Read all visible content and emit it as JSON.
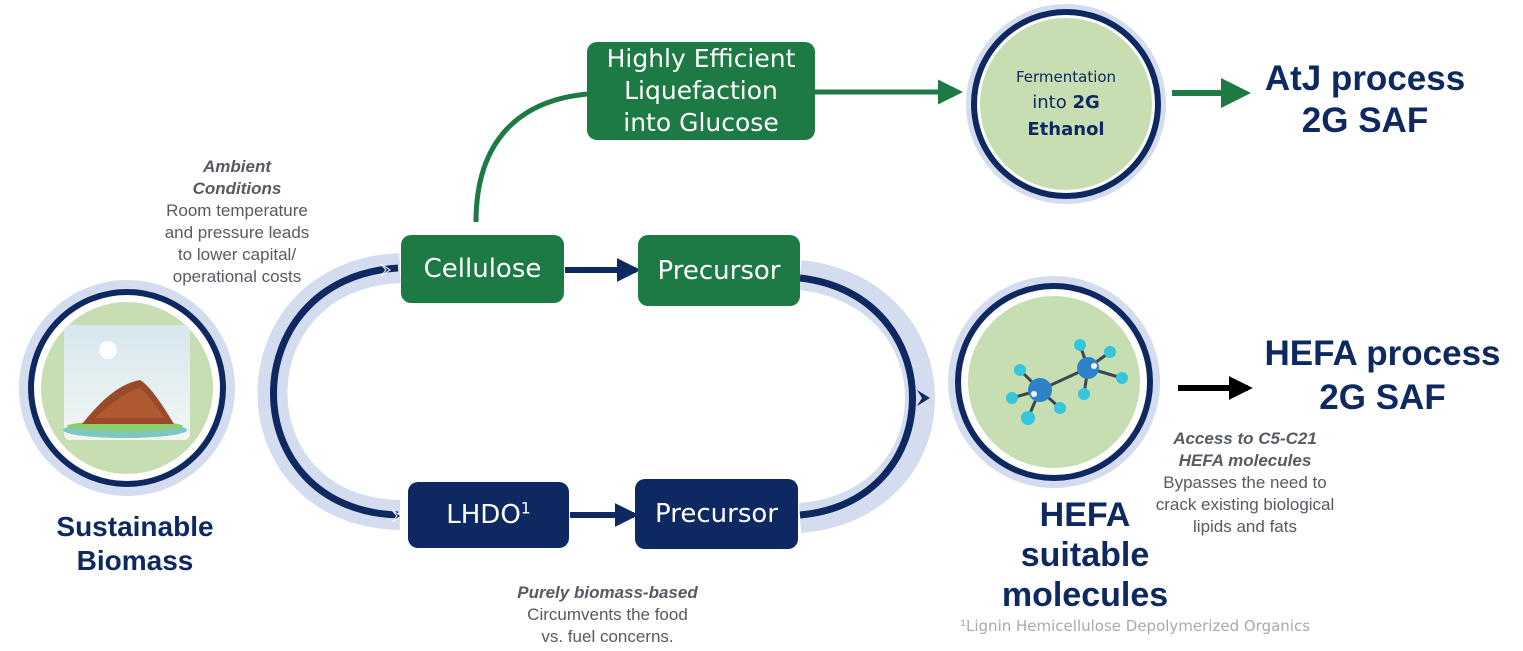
{
  "colors": {
    "green": "#1e7a45",
    "navy": "#0e2862",
    "light_green_fill": "#c6deb1",
    "ring_light": "#d4dcef",
    "ring_dark": "#0e2862",
    "gray_text": "#555a63",
    "arrow_black": "#000000"
  },
  "boxes": {
    "liquefaction": "Highly Efficient Liquefaction into Glucose",
    "cellulose": "Cellulose",
    "precursor_top": "Precursor",
    "lhdo": "LHDO",
    "lhdo_sup": "1",
    "precursor_bottom": "Precursor"
  },
  "fermentation": {
    "line1": "Fermentation",
    "line2_prefix": "into ",
    "line2_bold": "2G",
    "line3": "Ethanol"
  },
  "outputs": {
    "atj_line1": "AtJ process",
    "atj_line2": "2G SAF",
    "hefa_line1": "HEFA process",
    "hefa_line2": "2G SAF"
  },
  "labels": {
    "biomass_line1": "Sustainable",
    "biomass_line2": "Biomass",
    "hefa_mol_line1": "HEFA",
    "hefa_mol_line2": "suitable",
    "hefa_mol_line3": "molecules"
  },
  "notes": {
    "ambient_h1": "Ambient",
    "ambient_h2": "Conditions",
    "ambient_b1": "Room temperature",
    "ambient_b2": "and pressure leads",
    "ambient_b3": "to lower capital/",
    "ambient_b4": "operational costs",
    "pure_h": "Purely biomass-based",
    "pure_b1": "Circumvents the food",
    "pure_b2": "vs. fuel concerns.",
    "access_h1": "Access to C5-C21",
    "access_h2": "HEFA molecules",
    "access_b1": "Bypasses the need to",
    "access_b2": "crack existing biological",
    "access_b3": "lipids and fats"
  },
  "footnote": "¹Lignin Hemicellulose Depolymerized Organics",
  "icons": [
    "biomass-pile-icon",
    "molecule-icon"
  ]
}
